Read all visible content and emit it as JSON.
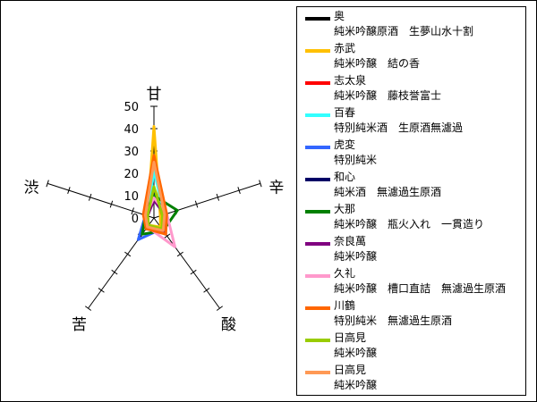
{
  "chart_data": {
    "type": "radar",
    "title": "",
    "axes": [
      "甘",
      "辛",
      "酸",
      "苦",
      "渋"
    ],
    "rlim": [
      0,
      50
    ],
    "rticks": [
      0,
      10,
      20,
      30,
      40,
      50
    ],
    "legend_position": "right",
    "series": [
      {
        "name": "奥",
        "description": "純米吟醸原酒　生夢山水十割",
        "color": "#000000",
        "values": [
          10,
          6,
          5,
          5,
          5
        ]
      },
      {
        "name": "赤武",
        "description": "純米吟醸　結の香",
        "color": "#FFC000",
        "values": [
          41,
          3,
          5,
          4,
          3
        ]
      },
      {
        "name": "志太泉",
        "description": "純米吟醸　藤枝誉富士",
        "color": "#FF0000",
        "values": [
          13,
          4,
          8,
          4,
          3
        ]
      },
      {
        "name": "百春",
        "description": "特別純米酒　生原酒無濾過",
        "color": "#33FFFF",
        "values": [
          21,
          5,
          6,
          5,
          3
        ]
      },
      {
        "name": "虎変",
        "description": "特別純米",
        "color": "#3366FF",
        "values": [
          8,
          5,
          6,
          12,
          4
        ]
      },
      {
        "name": "和心",
        "description": "純米酒　無濾過生原酒",
        "color": "#000066",
        "values": [
          11,
          5,
          7,
          6,
          4
        ]
      },
      {
        "name": "大那",
        "description": "純米吟醸　瓶火入れ　一貫造り",
        "color": "#008000",
        "values": [
          10,
          11,
          7,
          9,
          4
        ]
      },
      {
        "name": "奈良萬",
        "description": "純米吟醸",
        "color": "#800080",
        "values": [
          8,
          5,
          9,
          5,
          3
        ]
      },
      {
        "name": "久礼",
        "description": "純米吟醸　槽口直詰　無濾過生原酒",
        "color": "#FF99CC",
        "values": [
          9,
          6,
          16,
          5,
          4
        ]
      },
      {
        "name": "川鶴",
        "description": "特別純米　無濾過生原酒",
        "color": "#FF6600",
        "values": [
          28,
          6,
          9,
          6,
          5
        ]
      },
      {
        "name": "日高見",
        "description": "純米吟醸",
        "color": "#99CC00",
        "values": [
          14,
          4,
          6,
          4,
          3
        ]
      },
      {
        "name": "日高見",
        "description": "純米吟醸",
        "color": "#FF9955",
        "values": [
          25,
          5,
          7,
          5,
          4
        ]
      }
    ]
  }
}
